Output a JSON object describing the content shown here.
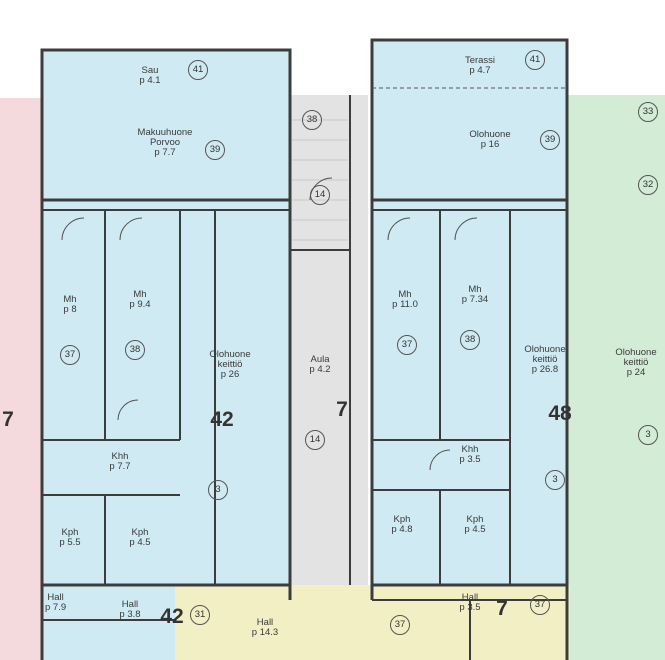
{
  "colors": {
    "apartment_blue": "#cfeaf2",
    "apartment_pink": "#f5dadd",
    "apartment_green": "#d2ecd6",
    "apartment_yellow": "#f2efc5",
    "stair_grey": "#e3e3e3",
    "wall": "#3c3c3c"
  },
  "rooms": [
    {
      "id": "sauna-left",
      "lines": [
        "Sau",
        "p 4.1"
      ]
    },
    {
      "id": "mh-left",
      "lines": [
        "Makuuhuone",
        "Porvoo",
        "p 7.7"
      ]
    },
    {
      "id": "terassi",
      "lines": [
        "Terassi",
        "p 4.7"
      ]
    },
    {
      "id": "oh-right-top",
      "lines": [
        "Olohuone",
        "p 16"
      ]
    },
    {
      "id": "mh-a",
      "lines": [
        "Mh",
        "p 8"
      ]
    },
    {
      "id": "mh-b",
      "lines": [
        "Mh",
        "p 9.4"
      ]
    },
    {
      "id": "olohuone-c",
      "lines": [
        "Olohuone",
        "keittiö",
        "p 26"
      ]
    },
    {
      "id": "aula",
      "lines": [
        "Aula",
        "p 4.2"
      ]
    },
    {
      "id": "mh-d",
      "lines": [
        "Mh",
        "p 11.0"
      ]
    },
    {
      "id": "mh-e",
      "lines": [
        "Mh",
        "p 7.34"
      ]
    },
    {
      "id": "oh-f",
      "lines": [
        "Olohuone",
        "keittiö",
        "p 26.8"
      ]
    },
    {
      "id": "oh-far",
      "lines": [
        "Olohuone",
        "keittiö",
        "p 24"
      ]
    },
    {
      "id": "khh-a",
      "lines": [
        "Khh",
        "p 7.7"
      ]
    },
    {
      "id": "kph-a",
      "lines": [
        "Kph",
        "p 5.5"
      ]
    },
    {
      "id": "kph-b",
      "lines": [
        "Kph",
        "p 4.5"
      ]
    },
    {
      "id": "kph-c",
      "lines": [
        "Kph",
        "p 4.8"
      ]
    },
    {
      "id": "kph-d",
      "lines": [
        "Kph",
        "p 4.5"
      ]
    },
    {
      "id": "khh-d",
      "lines": [
        "Khh",
        "p 3.5"
      ]
    },
    {
      "id": "hall-1",
      "lines": [
        "Hall",
        "p 7.9"
      ]
    },
    {
      "id": "hall-2",
      "lines": [
        "Hall",
        "p 3.8"
      ]
    },
    {
      "id": "hall-3",
      "lines": [
        "Hall",
        "p 14.3"
      ]
    },
    {
      "id": "hall-4",
      "lines": [
        "Hall",
        "p 3.5"
      ]
    }
  ],
  "apartment_numbers": [
    "7",
    "42",
    "7",
    "48",
    "42",
    "7"
  ],
  "plan_markers": [
    "41",
    "39",
    "38",
    "14",
    "37",
    "38",
    "37",
    "38",
    "31",
    "39",
    "37",
    "14",
    "3",
    "3",
    "41",
    "37",
    "32",
    "33",
    "3"
  ]
}
